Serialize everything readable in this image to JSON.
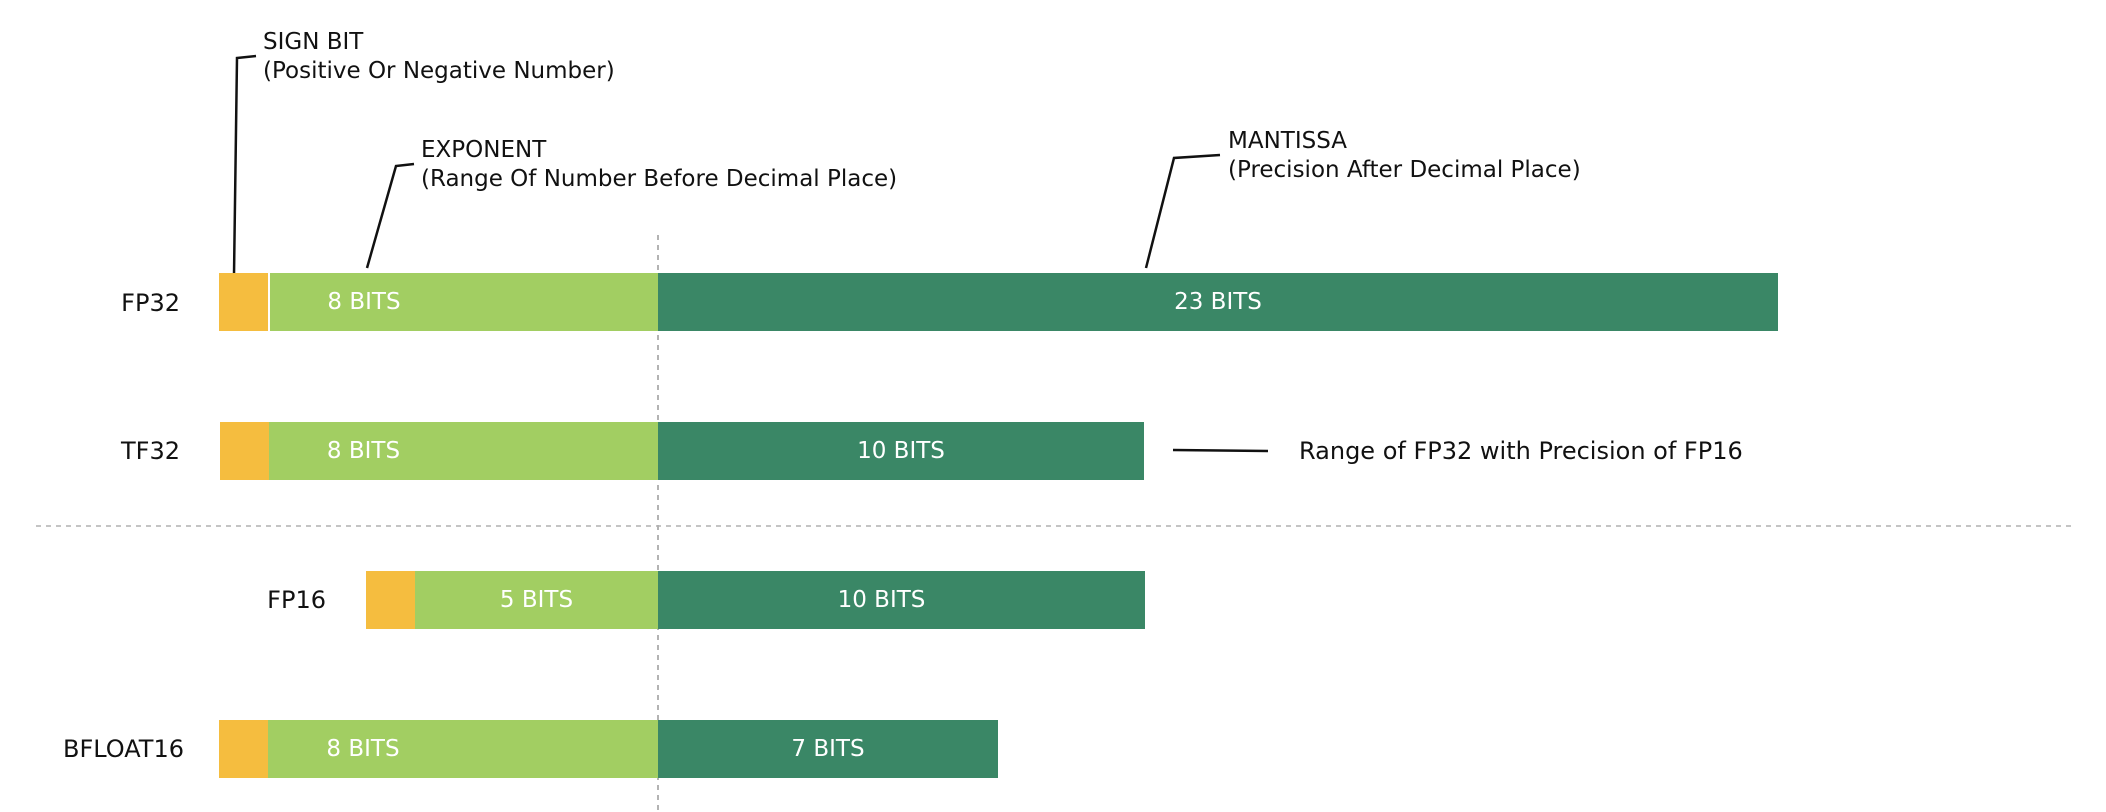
{
  "annotations": {
    "sign": {
      "title": "SIGN BIT",
      "subtitle": "(Positive Or Negative Number)"
    },
    "exponent": {
      "title": "EXPONENT",
      "subtitle": "(Range Of Number Before Decimal Place)"
    },
    "mantissa": {
      "title": "MANTISSA",
      "subtitle": "(Precision After Decimal Place)"
    },
    "tf32_note": "Range of FP32 with Precision of FP16"
  },
  "formats": [
    {
      "name": "FP32",
      "sign_bits": 1,
      "exponent_bits": 8,
      "mantissa_bits": 23,
      "exponent_label": "8 BITS",
      "mantissa_label": "23 BITS"
    },
    {
      "name": "TF32",
      "sign_bits": 1,
      "exponent_bits": 8,
      "mantissa_bits": 10,
      "exponent_label": "8 BITS",
      "mantissa_label": "10 BITS"
    },
    {
      "name": "FP16",
      "sign_bits": 1,
      "exponent_bits": 5,
      "mantissa_bits": 10,
      "exponent_label": "5 BITS",
      "mantissa_label": "10 BITS"
    },
    {
      "name": "BFLOAT16",
      "sign_bits": 1,
      "exponent_bits": 8,
      "mantissa_bits": 7,
      "exponent_label": "8 BITS",
      "mantissa_label": "7 BITS"
    }
  ],
  "colors": {
    "sign": "#f5bd3f",
    "exponent": "#a2ce62",
    "mantissa": "#3a8766"
  }
}
